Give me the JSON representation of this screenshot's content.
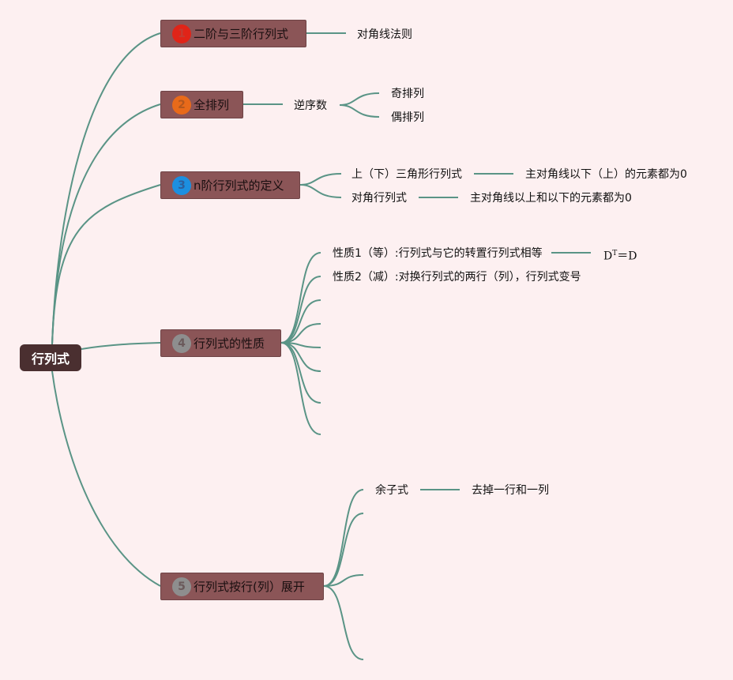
{
  "root": {
    "label": "行列式"
  },
  "branches": [
    {
      "num": "1",
      "label": "二阶与三阶行列式",
      "badge_color": "#e02418",
      "badge_text_color": "#c53a30",
      "children": [
        {
          "label": "对角线法则"
        }
      ]
    },
    {
      "num": "2",
      "label": "全排列",
      "badge_color": "#e86a1a",
      "badge_text_color": "#b4571d",
      "children": [
        {
          "label": "逆序数",
          "children": [
            {
              "label": "奇排列"
            },
            {
              "label": "偶排列"
            }
          ]
        }
      ]
    },
    {
      "num": "3",
      "label": "n阶行列式的定义",
      "badge_color": "#1c8fe0",
      "badge_text_color": "#2d5e9c",
      "children": [
        {
          "label": "上（下）三角形行列式",
          "children": [
            {
              "label": "主对角线以下（上）的元素都为0"
            }
          ]
        },
        {
          "label": "对角行列式",
          "children": [
            {
              "label": "主对角线以上和以下的元素都为0"
            }
          ]
        }
      ]
    },
    {
      "num": "4",
      "label": "行列式的性质",
      "badge_color": "#8e8e8e",
      "badge_text_color": "#6b5a5b",
      "children": [
        {
          "label": "性质1（等）:行列式与它的转置行列式相等",
          "children": [
            {
              "base": "D",
              "sup": "T",
              "rest": "＝D"
            }
          ]
        },
        {
          "label": "性质2（减）:对换行列式的两行（列），行列式变号"
        }
      ]
    },
    {
      "num": "5",
      "label": "行列式按行(列）展开",
      "badge_color": "#8e8e8e",
      "badge_text_color": "#6b5a5b",
      "children": [
        {
          "label": "余子式",
          "children": [
            {
              "label": "去掉一行和一列"
            }
          ]
        }
      ]
    }
  ],
  "colors": {
    "background": "#fdf0f1",
    "connector": "#5a9486",
    "branch_fill": "#8b5557",
    "root_fill": "#4a2f30"
  }
}
